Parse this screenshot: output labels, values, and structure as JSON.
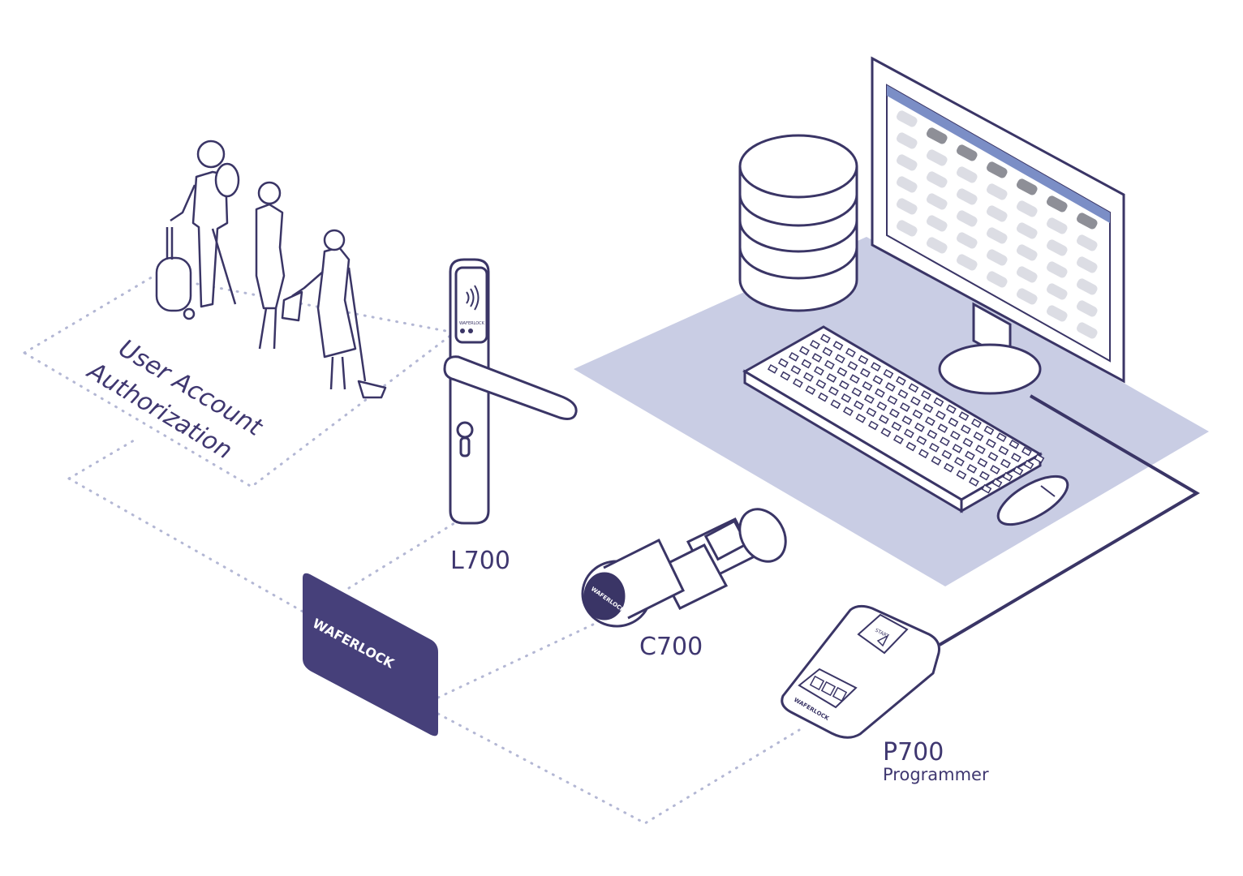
{
  "labels": {
    "zone": [
      "User Account",
      "Authorization"
    ],
    "l700": "L700",
    "c700": "C700",
    "p700": "P700",
    "programmer": "Programmer"
  },
  "brand": {
    "card": "WAFERLOCK",
    "cylinder": "WAFERLOCK",
    "programmer": "WAFERLOCK",
    "lock_small": "WAFERLOCK"
  },
  "programmer_screen_text": "START",
  "colors": {
    "accent": "#46407a",
    "line": "#3a3566",
    "platform": "#c9cde4",
    "dots": "#b3b7d4",
    "screen_header": "#7b8ec6",
    "screen_key": "#dcdde4",
    "screen_key_dark": "#8e8f97"
  },
  "icons": [
    "rfid-icon",
    "database-icon",
    "monitor-icon",
    "keyboard-icon",
    "mouse-icon",
    "card-icon",
    "cylinder-lock-icon",
    "door-handle-lock-icon",
    "programmer-device-icon",
    "people-icon"
  ]
}
